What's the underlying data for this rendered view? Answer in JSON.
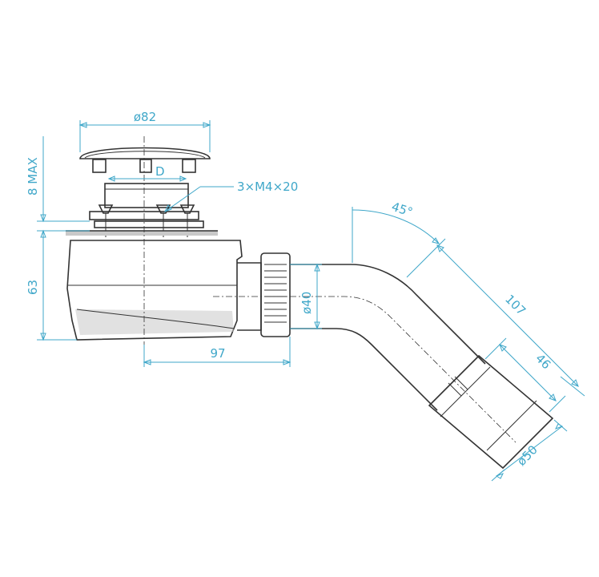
{
  "dimensions": {
    "cap_diameter": "ø82",
    "max_height": "8 MAX",
    "screws": "3×M4×20",
    "body_height": "63",
    "offset": "97",
    "outlet_diameter": "ø40",
    "angle": "45°",
    "length": "107",
    "end_length": "46",
    "end_diameter": "ø50",
    "flange_mark": "D"
  },
  "colors": {
    "dimension": "#3fa7c9",
    "outline": "#333333"
  }
}
